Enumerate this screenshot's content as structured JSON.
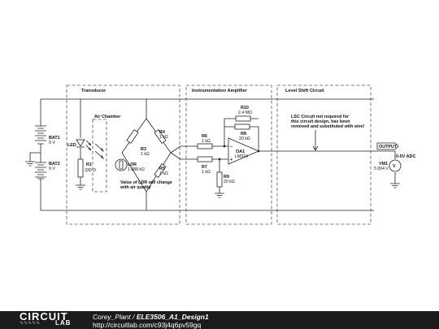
{
  "sections": {
    "transducer": "Transducer",
    "instrumentation": "Instrumentation Amplifier",
    "level_shift": "Level Shift Circuit",
    "air_chamber": "Air Chamber"
  },
  "components": {
    "bat1": {
      "name": "BAT1",
      "value": "9 V"
    },
    "bat2": {
      "name": "BAT2",
      "value": "9 V"
    },
    "led": {
      "name": "LED"
    },
    "r1": {
      "name": "R1",
      "value": "330 Ω"
    },
    "r3": {
      "name": "R3",
      "value": "1 kΩ"
    },
    "r4": {
      "name": "R4",
      "value": "1 kΩ"
    },
    "r5": {
      "name": "R5",
      "value": "1 kΩ"
    },
    "ldr": {
      "name": "LDR",
      "value": "1.088 kΩ"
    },
    "r6": {
      "name": "R6",
      "value": "1 kΩ"
    },
    "r7": {
      "name": "R7",
      "value": "1 kΩ"
    },
    "r8": {
      "name": "R8",
      "value": "20 kΩ"
    },
    "r9": {
      "name": "R9",
      "value": "20 kΩ"
    },
    "r10": {
      "name": "R10",
      "value": "2.4 MΩ"
    },
    "oa1": {
      "name": "OA1",
      "value": "LM324"
    },
    "vm1": {
      "name": "VM1",
      "value": "5.004 V"
    }
  },
  "notes": {
    "ldr_note_line1": "Value of LDR will change",
    "ldr_note_line2": "with air quality",
    "lsc_line1": "LSC Circuit not required for",
    "lsc_line2": "this circuit design, has been",
    "lsc_line3": "removed and substituted with wire!"
  },
  "output_label": "OUTPUT",
  "adc_label": "0-5V ADC",
  "footer": {
    "logo_top": "CIRCUIT",
    "logo_bottom": "LAB",
    "author": "Corey_Plant",
    "separator": " / ",
    "design": "ELE3506_A1_Design1",
    "url": "http://circuitlab.com/c93j4q6pv59gq"
  }
}
